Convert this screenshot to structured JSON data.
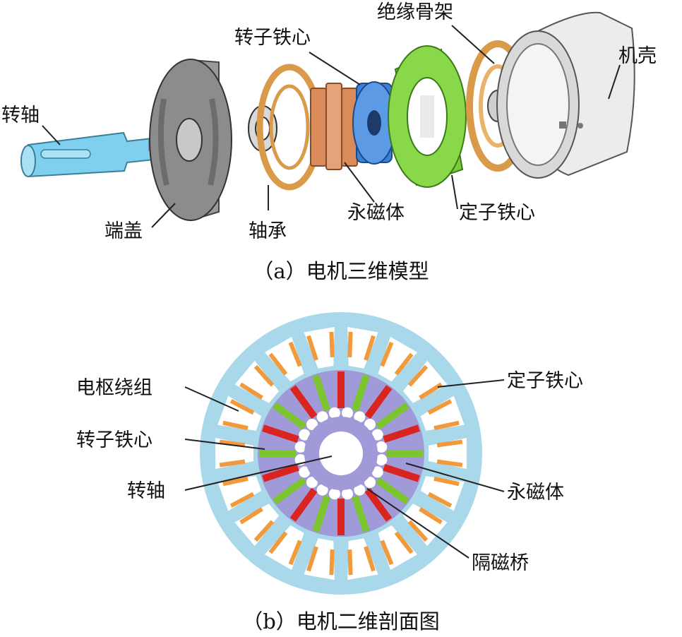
{
  "part_a": {
    "caption": "（a）电机三维模型",
    "labels": {
      "insulation_frame": "绝缘骨架",
      "rotor_core": "转子铁心",
      "housing": "机壳",
      "shaft": "转轴",
      "end_cover": "端盖",
      "bearing": "轴承",
      "permanent_magnet": "永磁体",
      "stator_core": "定子铁心"
    }
  },
  "part_b": {
    "caption": "（b）电机二维剖面图",
    "labels": {
      "armature_winding": "电枢绕组",
      "rotor_core": "转子铁心",
      "shaft": "转轴",
      "stator_core": "定子铁心",
      "permanent_magnet": "永磁体",
      "flux_barrier": "隔磁桥"
    }
  },
  "colors": {
    "stator": "#a9d8ea",
    "rotor": "#a09ad8",
    "magnet_red": "#d9241f",
    "magnet_green": "#7cc531",
    "winding": "#f29a3b",
    "shaft_blue": "#7fd0ee",
    "rotor_blue": "#3d7fd6",
    "green_core": "#7acc3b",
    "copper": "#d98b5a",
    "gold": "#d99a4a",
    "gray": "#bdbdbd"
  }
}
